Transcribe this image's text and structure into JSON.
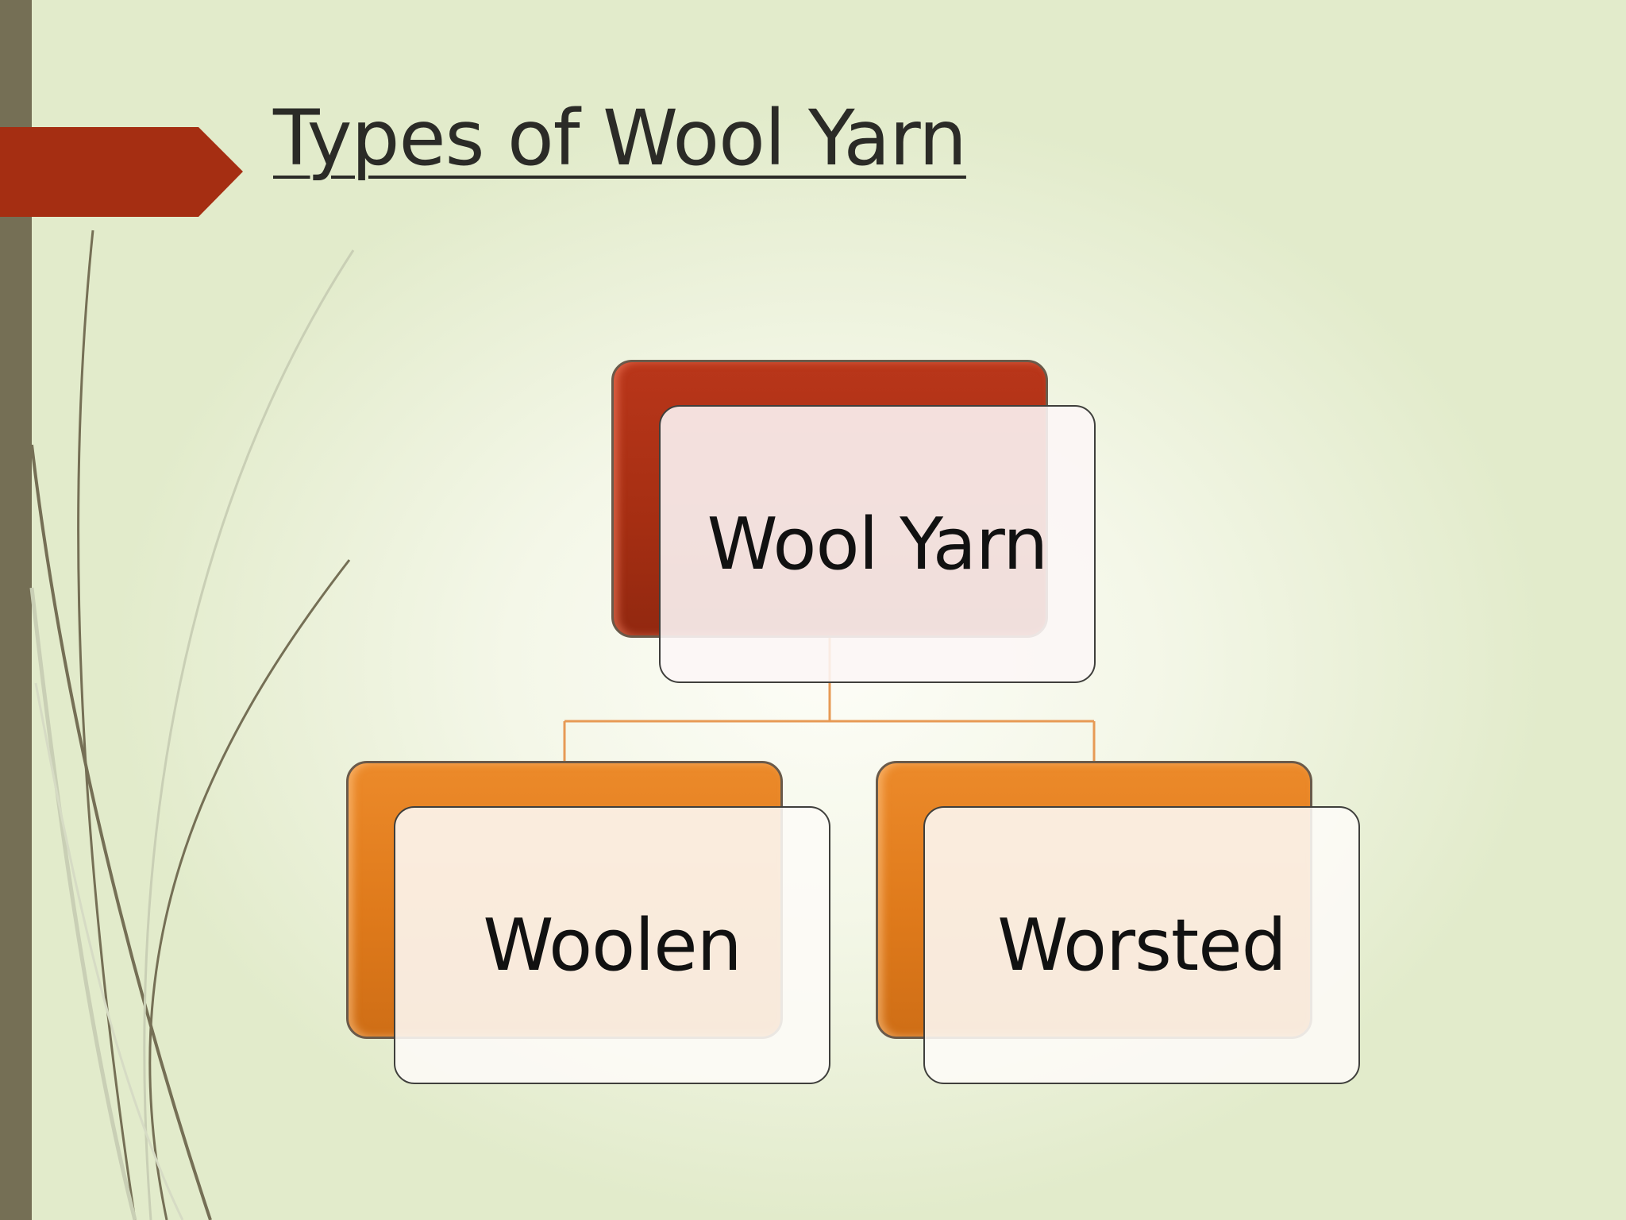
{
  "slide": {
    "title": "Types of Wool Yarn"
  },
  "diagram": {
    "root": {
      "label": "Wool Yarn"
    },
    "children": [
      {
        "label": "Woolen"
      },
      {
        "label": "Worsted"
      }
    ]
  },
  "colors": {
    "background_center": "#fdfdf7",
    "background_edge": "#e2ebcb",
    "left_bar": "#756f55",
    "title_arrow": "#a52e12",
    "root_box": "#a52e12",
    "child_box": "#df7a1b",
    "connector": "#e79a55",
    "title_text": "#2b2b27"
  }
}
